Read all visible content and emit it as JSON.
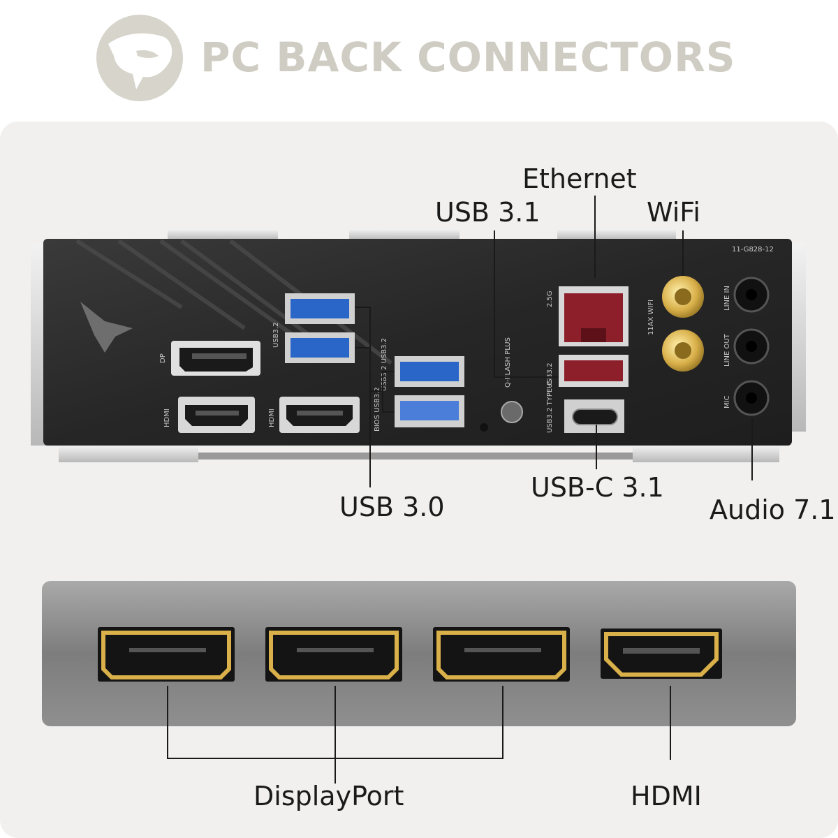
{
  "header": {
    "title": "PC BACK CONNECTORS",
    "logo_icon": "eagle-head-logo-icon"
  },
  "io_panel": {
    "part_number": "11-G828-12",
    "silkscreen": {
      "dp": "DP",
      "hdmi_1": "HDMI",
      "hdmi_2": "HDMI",
      "usb32_top": "USB3.2",
      "usb32_mid": "USB3.2 USB3.2",
      "bios_usb": "BIOS USB3.2",
      "qflash": "Q-FLASH PLUS",
      "lan_25g": "2.5G",
      "usb32_red": "USB3.2",
      "usb32_typec": "USB3.2 TYPE-C",
      "wifi_ax": "11AX WIFI",
      "line_in": "LINE IN",
      "line_out": "LINE OUT",
      "mic": "MIC"
    },
    "colors": {
      "plate": "#2b2b2b",
      "usb3_blue": "#2a66c8",
      "lan_red": "#8c1f2a",
      "antenna_gold": "#d9b04a"
    }
  },
  "callouts": {
    "ethernet": "Ethernet",
    "usb31": "USB 3.1",
    "wifi": "WiFi",
    "usb30": "USB 3.0",
    "usbc31": "USB-C 3.1",
    "audio": "Audio 7.1"
  },
  "display_outputs": {
    "ports": [
      "DisplayPort",
      "DisplayPort",
      "DisplayPort",
      "HDMI"
    ],
    "displayport_label": "DisplayPort",
    "hdmi_label": "HDMI"
  }
}
